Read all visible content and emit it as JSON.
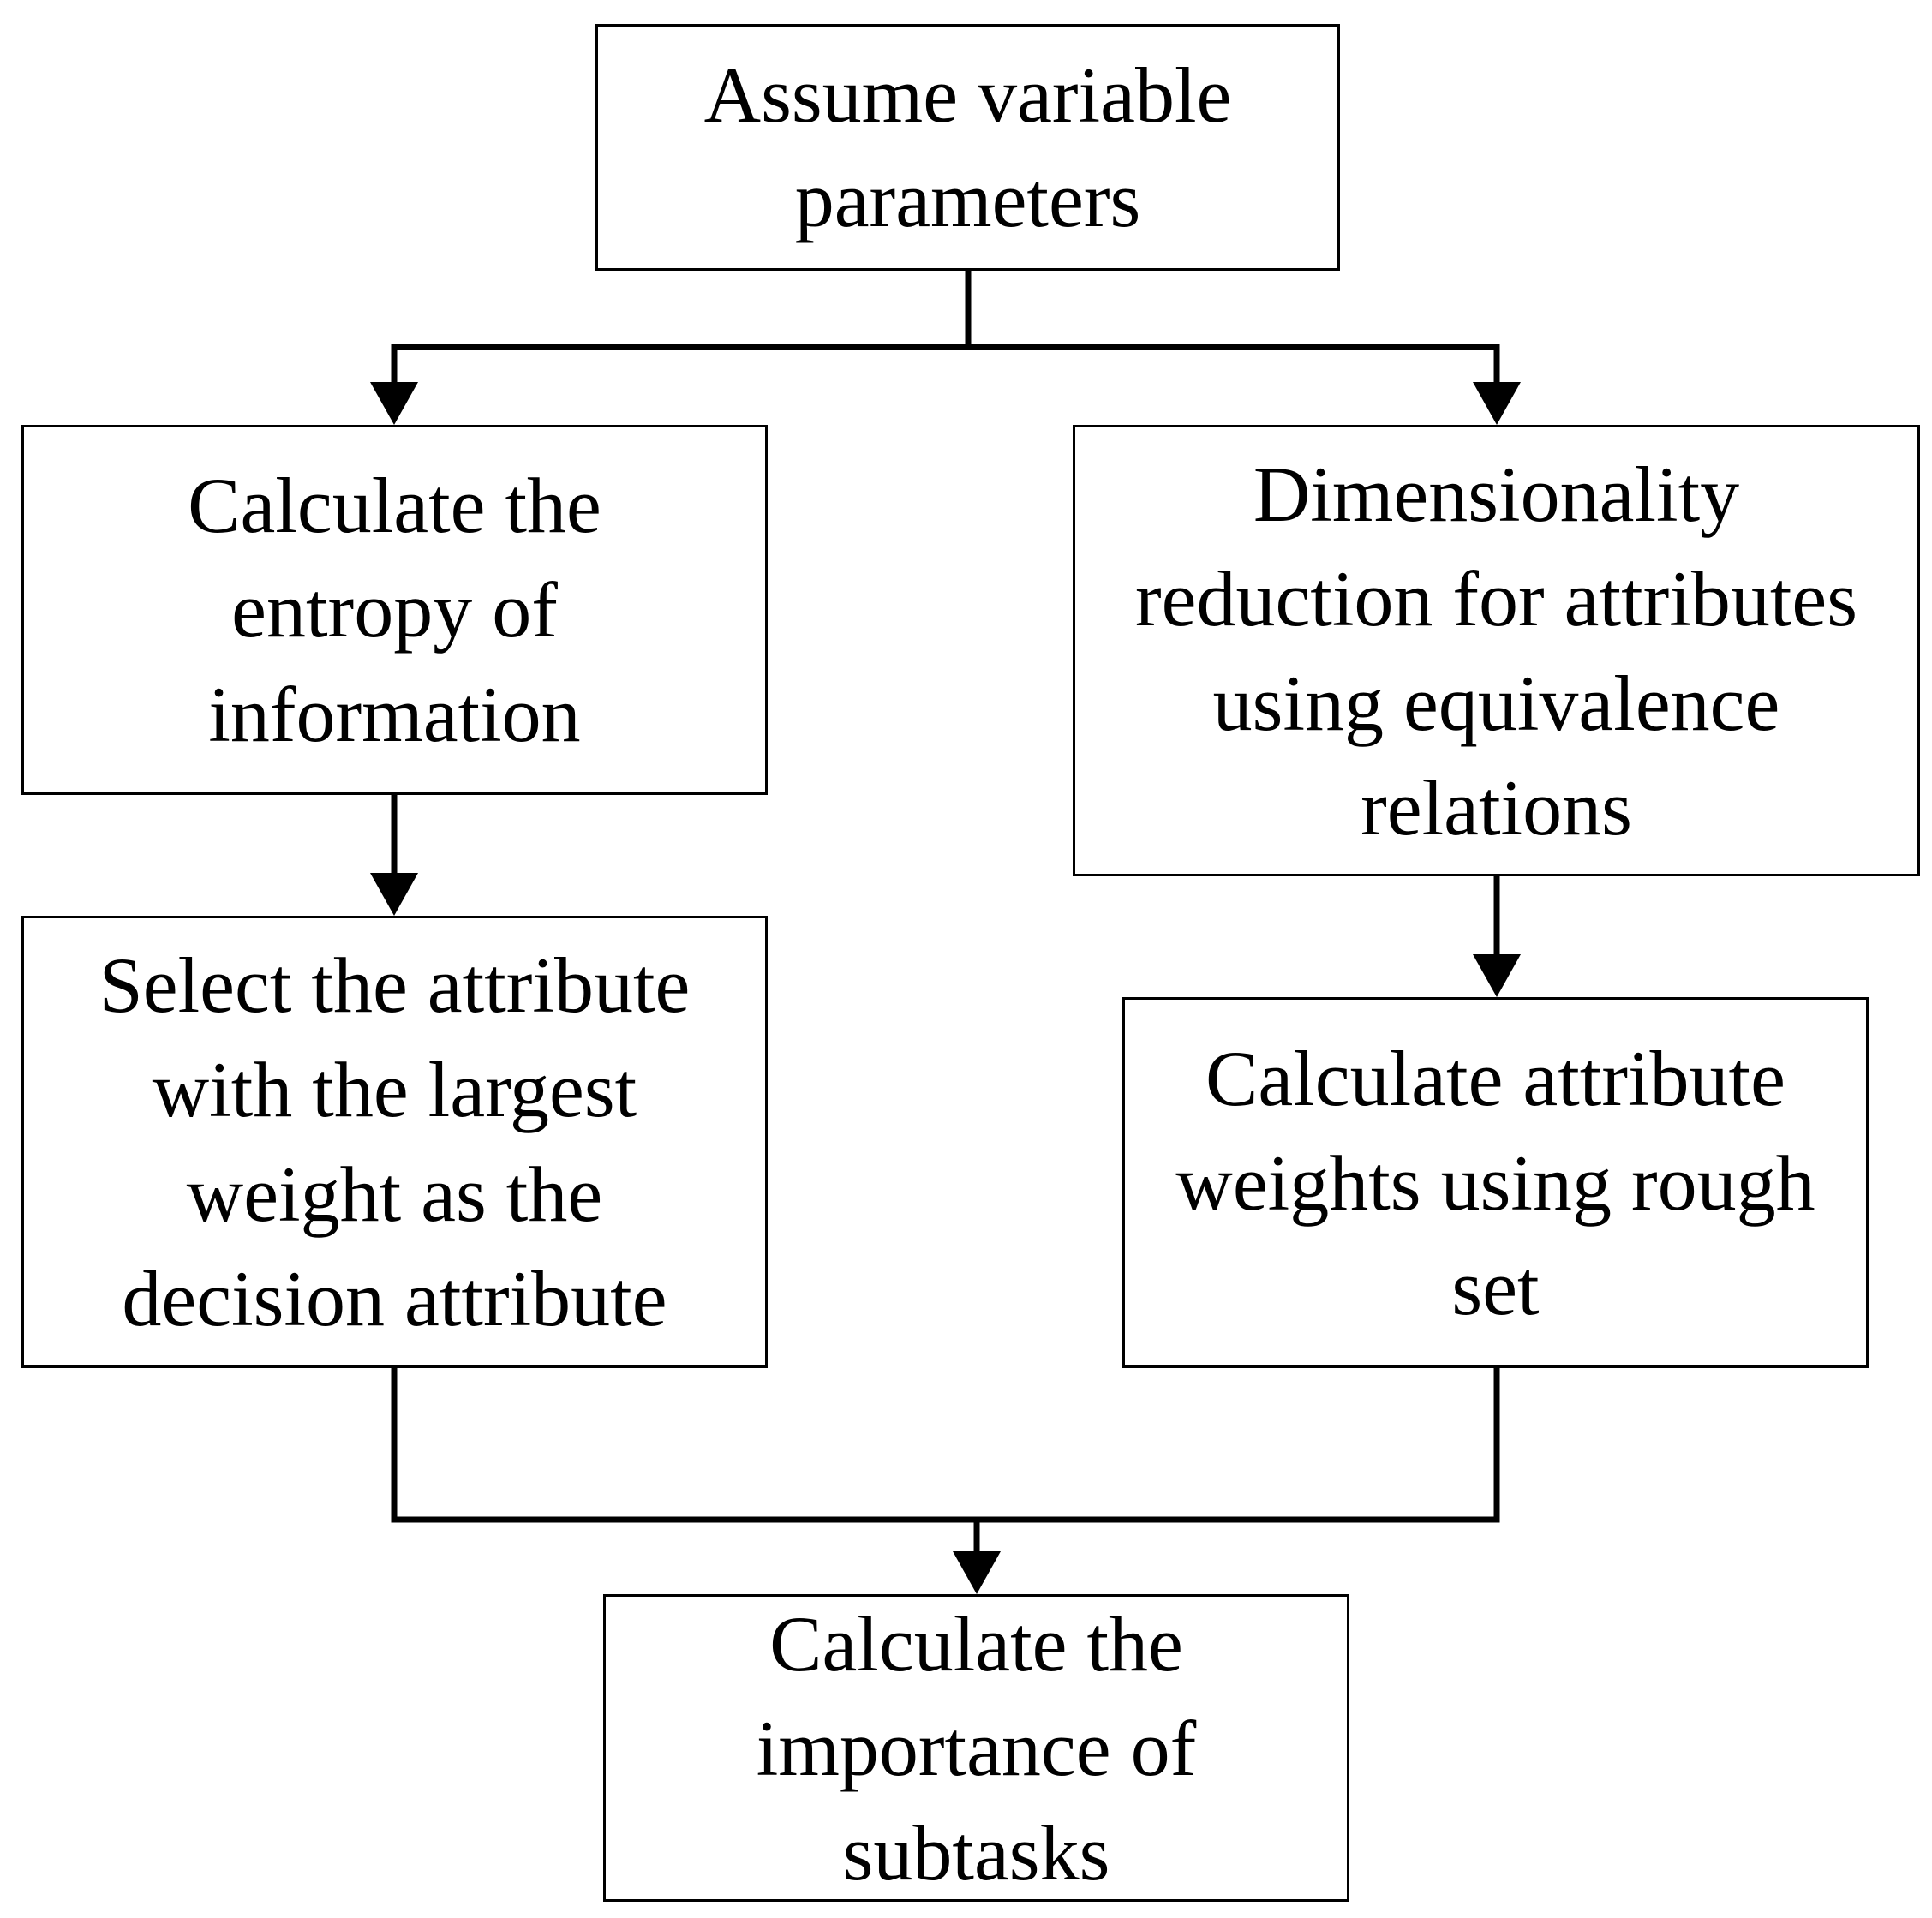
{
  "diagram": {
    "nodes": [
      {
        "id": "assume",
        "label": "Assume variable\nparameters"
      },
      {
        "id": "entropy",
        "label": "Calculate the\nentropy of\ninformation"
      },
      {
        "id": "dimension",
        "label": "Dimensionality\nreduction for attributes\nusing equivalence\nrelations"
      },
      {
        "id": "select",
        "label": "Select the attribute\nwith the largest\nweight as the\ndecision attribute"
      },
      {
        "id": "weights",
        "label": "Calculate attribute\nweights using rough\nset"
      },
      {
        "id": "importance",
        "label": "Calculate the\nimportance of\nsubtasks"
      }
    ],
    "edges": [
      {
        "from": "assume",
        "to": "entropy"
      },
      {
        "from": "assume",
        "to": "dimension"
      },
      {
        "from": "entropy",
        "to": "select"
      },
      {
        "from": "dimension",
        "to": "weights"
      },
      {
        "from": "select",
        "to": "importance"
      },
      {
        "from": "weights",
        "to": "importance"
      }
    ],
    "colors": {
      "stroke": "#000000",
      "background": "#ffffff"
    }
  }
}
